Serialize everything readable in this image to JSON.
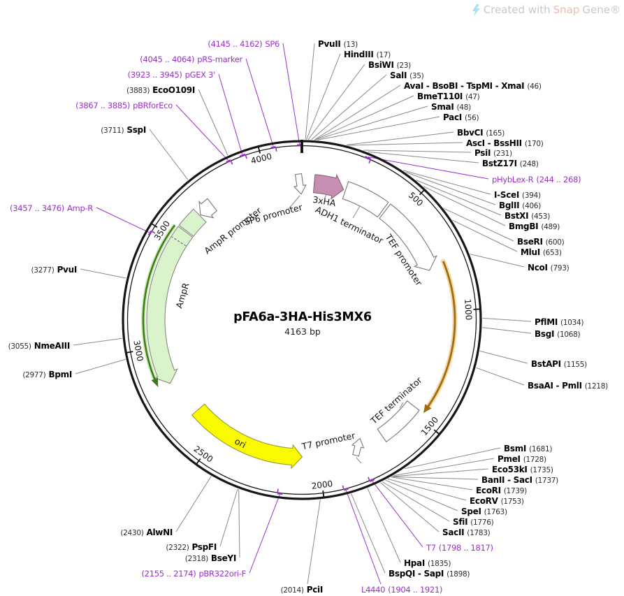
{
  "plasmid": {
    "title": "pFA6a-3HA-His3MX6",
    "subtitle": "4163 bp",
    "length_bp": 4163
  },
  "watermark": {
    "prefix": "Created with ",
    "snap": "Snap",
    "gene": "Gene®"
  },
  "colors": {
    "primer": "#9b30cc",
    "backbone": "#161616",
    "leader": "#8a8a8a",
    "ampr_line": "#3b7b1b",
    "ampr_glow": "#a8dd7d",
    "marker_gold": "#9f6d12",
    "marker_gold_glow": "#f0d190"
  },
  "ticks": [
    {
      "bp": 500,
      "label": "500"
    },
    {
      "bp": 1000,
      "label": "1000"
    },
    {
      "bp": 1500,
      "label": "1500"
    },
    {
      "bp": 2000,
      "label": "2000"
    },
    {
      "bp": 2500,
      "label": "2500"
    },
    {
      "bp": 3000,
      "label": "3000"
    },
    {
      "bp": 3500,
      "label": "3500"
    },
    {
      "bp": 4000,
      "label": "4000"
    }
  ],
  "sites": [
    {
      "name": "PvuII",
      "pos": "(13)",
      "bp": 13,
      "side": "r",
      "primer": false
    },
    {
      "name": "HindIII",
      "pos": "(17)",
      "bp": 17,
      "side": "r",
      "primer": false
    },
    {
      "name": "BsiWI",
      "pos": "(23)",
      "bp": 23,
      "side": "r",
      "primer": false
    },
    {
      "name": "SalI",
      "pos": "(35)",
      "bp": 35,
      "side": "r",
      "primer": false
    },
    {
      "name": "AvaI - BsoBI - TspMI - XmaI",
      "pos": "(46)",
      "bp": 46,
      "side": "r",
      "primer": false
    },
    {
      "name": "BmeT110I",
      "pos": "(47)",
      "bp": 47,
      "side": "r",
      "primer": false
    },
    {
      "name": "SmaI",
      "pos": "(48)",
      "bp": 48,
      "side": "r",
      "primer": false
    },
    {
      "name": "PacI",
      "pos": "(56)",
      "bp": 56,
      "side": "r",
      "primer": false
    },
    {
      "name": "BbvCI",
      "pos": "(165)",
      "bp": 165,
      "side": "r",
      "primer": false
    },
    {
      "name": "AscI - BssHII",
      "pos": "(170)",
      "bp": 170,
      "side": "r",
      "primer": false
    },
    {
      "name": "PsiI",
      "pos": "(231)",
      "bp": 231,
      "side": "r",
      "primer": false
    },
    {
      "name": "BstZ17I",
      "pos": "(248)",
      "bp": 248,
      "side": "r",
      "primer": false
    },
    {
      "name": "pHybLex-R",
      "pos": "(244 .. 268)",
      "bp": 256,
      "side": "r",
      "primer": true,
      "bp_start": 244,
      "bp_end": 268
    },
    {
      "name": "I-SceI",
      "pos": "(394)",
      "bp": 394,
      "side": "r",
      "primer": false
    },
    {
      "name": "BglII",
      "pos": "(406)",
      "bp": 406,
      "side": "r",
      "primer": false
    },
    {
      "name": "BstXI",
      "pos": "(453)",
      "bp": 453,
      "side": "r",
      "primer": false
    },
    {
      "name": "BmgBI",
      "pos": "(489)",
      "bp": 489,
      "side": "r",
      "primer": false
    },
    {
      "name": "BseRI",
      "pos": "(600)",
      "bp": 600,
      "side": "r",
      "primer": false
    },
    {
      "name": "MluI",
      "pos": "(653)",
      "bp": 653,
      "side": "r",
      "primer": false
    },
    {
      "name": "NcoI",
      "pos": "(793)",
      "bp": 793,
      "side": "r",
      "primer": false
    },
    {
      "name": "PflMI",
      "pos": "(1034)",
      "bp": 1034,
      "side": "r",
      "primer": false
    },
    {
      "name": "BsgI",
      "pos": "(1068)",
      "bp": 1068,
      "side": "r",
      "primer": false
    },
    {
      "name": "BstAPI",
      "pos": "(1155)",
      "bp": 1155,
      "side": "r",
      "primer": false
    },
    {
      "name": "BsaAI - PmlI",
      "pos": "(1218)",
      "bp": 1218,
      "side": "r",
      "primer": false
    },
    {
      "name": "BsmI",
      "pos": "(1681)",
      "bp": 1681,
      "side": "r",
      "primer": false
    },
    {
      "name": "PmeI",
      "pos": "(1728)",
      "bp": 1728,
      "side": "r",
      "primer": false
    },
    {
      "name": "Eco53kI",
      "pos": "(1735)",
      "bp": 1735,
      "side": "r",
      "primer": false
    },
    {
      "name": "BanII - SacI",
      "pos": "(1737)",
      "bp": 1737,
      "side": "r",
      "primer": false
    },
    {
      "name": "EcoRI",
      "pos": "(1739)",
      "bp": 1739,
      "side": "r",
      "primer": false
    },
    {
      "name": "EcoRV",
      "pos": "(1753)",
      "bp": 1753,
      "side": "r",
      "primer": false
    },
    {
      "name": "SpeI",
      "pos": "(1763)",
      "bp": 1763,
      "side": "r",
      "primer": false
    },
    {
      "name": "SfiI",
      "pos": "(1776)",
      "bp": 1776,
      "side": "r",
      "primer": false
    },
    {
      "name": "SacII",
      "pos": "(1783)",
      "bp": 1783,
      "side": "r",
      "primer": false
    },
    {
      "name": "T7",
      "pos": "(1798 .. 1817)",
      "bp": 1808,
      "side": "r",
      "primer": true,
      "bp_start": 1798,
      "bp_end": 1817
    },
    {
      "name": "HpaI",
      "pos": "(1835)",
      "bp": 1835,
      "side": "r",
      "primer": false
    },
    {
      "name": "BspQI - SapI",
      "pos": "(1898)",
      "bp": 1898,
      "side": "r",
      "primer": false
    },
    {
      "name": "L4440",
      "pos": "(1904 .. 1921)",
      "bp": 1913,
      "side": "r",
      "primer": true,
      "bp_start": 1904,
      "bp_end": 1921
    },
    {
      "name": "PciI",
      "pos": "(2014)",
      "bp": 2014,
      "side": "l",
      "primer": false
    },
    {
      "name": "pBR322ori-F",
      "pos": "(2155 .. 2174)",
      "bp": 2165,
      "side": "l",
      "primer": true,
      "bp_start": 2155,
      "bp_end": 2174
    },
    {
      "name": "BseYI",
      "pos": "(2318)",
      "bp": 2318,
      "side": "l",
      "primer": false
    },
    {
      "name": "PspFI",
      "pos": "(2322)",
      "bp": 2322,
      "side": "l",
      "primer": false
    },
    {
      "name": "AlwNI",
      "pos": "(2430)",
      "bp": 2430,
      "side": "l",
      "primer": false
    },
    {
      "name": "BpmI",
      "pos": "(2977)",
      "bp": 2977,
      "side": "l",
      "primer": false
    },
    {
      "name": "NmeAIII",
      "pos": "(3055)",
      "bp": 3055,
      "side": "l",
      "primer": false
    },
    {
      "name": "PvuI",
      "pos": "(3277)",
      "bp": 3277,
      "side": "l",
      "primer": false
    },
    {
      "name": "Amp-R",
      "pos": "(3457 .. 3476)",
      "bp": 3467,
      "side": "l",
      "primer": true,
      "bp_start": 3457,
      "bp_end": 3476
    },
    {
      "name": "SspI",
      "pos": "(3711)",
      "bp": 3711,
      "side": "l",
      "primer": false
    },
    {
      "name": "pBRforEco",
      "pos": "(3867 .. 3885)",
      "bp": 3876,
      "side": "l",
      "primer": true,
      "bp_start": 3867,
      "bp_end": 3885
    },
    {
      "name": "EcoO109I",
      "pos": "(3883)",
      "bp": 3883,
      "side": "l",
      "primer": false
    },
    {
      "name": "pGEX 3'",
      "pos": "(3923 .. 3945)",
      "bp": 3934,
      "side": "l",
      "primer": true,
      "bp_start": 3923,
      "bp_end": 3945
    },
    {
      "name": "pRS-marker",
      "pos": "(4045 .. 4064)",
      "bp": 4055,
      "side": "l",
      "primer": true,
      "bp_start": 4045,
      "bp_end": 4064
    },
    {
      "name": "SP6",
      "pos": "(4145 .. 4162)",
      "bp": 4154,
      "side": "l",
      "primer": true,
      "bp_start": 4145,
      "bp_end": 4162
    }
  ],
  "features": [
    {
      "id": "sp6_promoter",
      "label": "SP6 promoter",
      "bp_start": 4148,
      "bp_end": 4163,
      "fill": "#ffffff",
      "stroke": "#777777"
    },
    {
      "id": "three_ha",
      "label": "3xHA",
      "bp_start": 60,
      "bp_end": 205,
      "fill": "#c48fb0",
      "stroke": "#8a5f7d"
    },
    {
      "id": "adh1_terminator",
      "label": "ADH1 terminator",
      "bp_start": 215,
      "bp_end": 420,
      "fill": "#ffffff",
      "stroke": "#777777"
    },
    {
      "id": "tef_promoter",
      "label": "TEF promoter",
      "bp_start": 432,
      "bp_end": 795,
      "fill": "#ffffff",
      "stroke": "#777777"
    },
    {
      "id": "orf_marker",
      "label": "",
      "bp_start": 780,
      "bp_end": 1465,
      "fill": "#9f6d12",
      "stroke": "#9f6d12"
    },
    {
      "id": "tef_terminator",
      "label": "TEF terminator",
      "bp_start": 1475,
      "bp_end": 1680,
      "fill": "#ffffff",
      "stroke": "#777777"
    },
    {
      "id": "t7_promoter",
      "label": "T7 promoter",
      "bp_start": 1798,
      "bp_end": 1817,
      "fill": "#ffffff",
      "stroke": "#777777"
    },
    {
      "id": "ori",
      "label": "ori",
      "bp_start": 2080,
      "bp_end": 2650,
      "fill": "#f9f900",
      "stroke": "#98983a"
    },
    {
      "id": "ampr",
      "label": "AmpR",
      "bp_start": 2825,
      "bp_end": 3552,
      "fill": "#d9f3cb",
      "stroke": "#888888"
    },
    {
      "id": "ampr_promoter",
      "label": "AmpR promoter",
      "bp_start": 3558,
      "bp_end": 3650,
      "fill": "#d9f3cb",
      "stroke": "#888888"
    },
    {
      "id": "ampr_promoter_arrow",
      "label": "",
      "bp_start": 3655,
      "bp_end": 3725,
      "fill": "#ffffff",
      "stroke": "#777777"
    }
  ]
}
